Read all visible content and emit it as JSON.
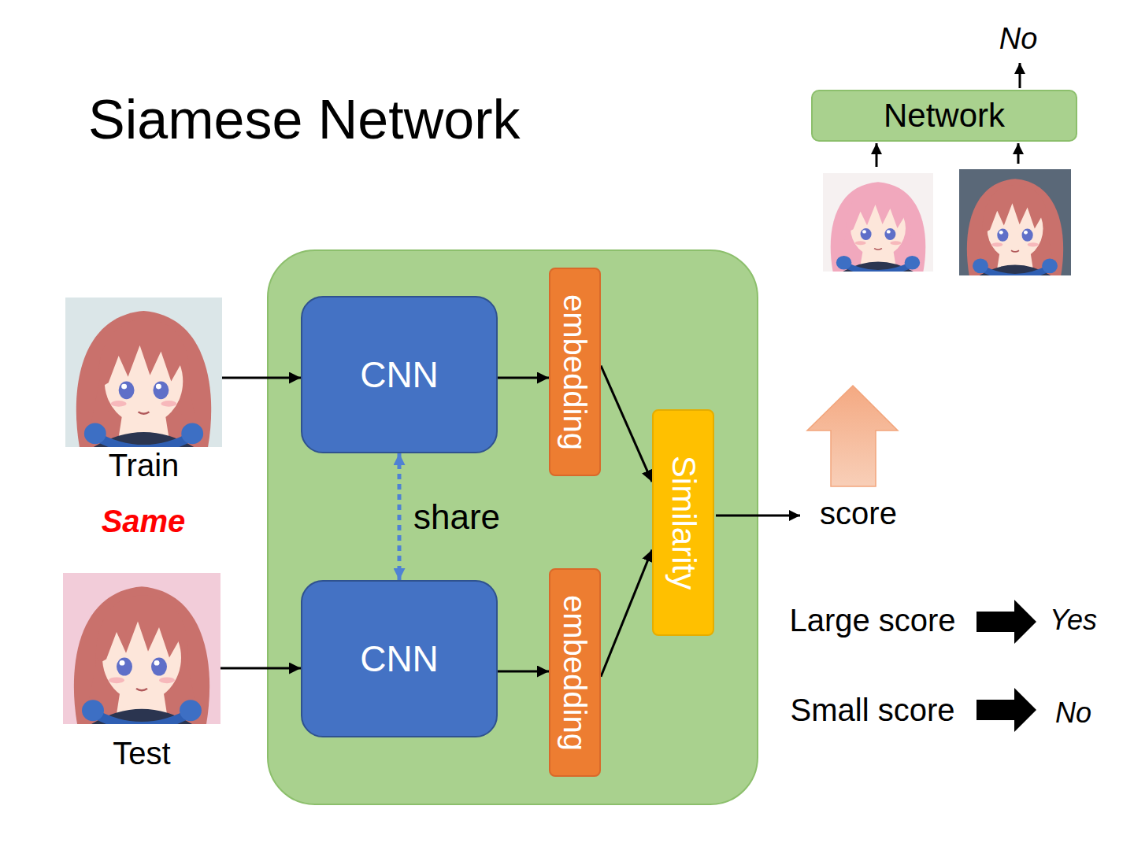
{
  "diagram": {
    "title": "Siamese Network",
    "nodes": [
      {
        "text": [
          "Network"
        ]
      },
      {
        "text": [
          "Train"
        ]
      },
      {
        "text": [
          "CNN"
        ]
      },
      {
        "text": [
          "embedding"
        ]
      },
      {
        "text": [
          "Similarity"
        ]
      },
      {
        "text": [
          "Test"
        ]
      },
      {
        "text": [
          "CNN"
        ]
      },
      {
        "text": [
          "embedding"
        ]
      }
    ],
    "edges": [
      {
        "from": 1,
        "to": 2,
        "arrow": "to"
      },
      {
        "from": 2,
        "to": 3,
        "arrow": "to"
      },
      {
        "from": 3,
        "to": 4,
        "arrow": "to"
      },
      {
        "from": 2,
        "to": 6,
        "arrow": "both",
        "label": "share"
      },
      {
        "from": 5,
        "to": 6,
        "arrow": "to"
      },
      {
        "from": 6,
        "to": 7,
        "arrow": "to"
      },
      {
        "from": 7,
        "to": 4,
        "arrow": "to"
      }
    ],
    "labels": [
      "No",
      "Same",
      "score",
      "Large score",
      "Yes",
      "Small score",
      "No"
    ]
  }
}
